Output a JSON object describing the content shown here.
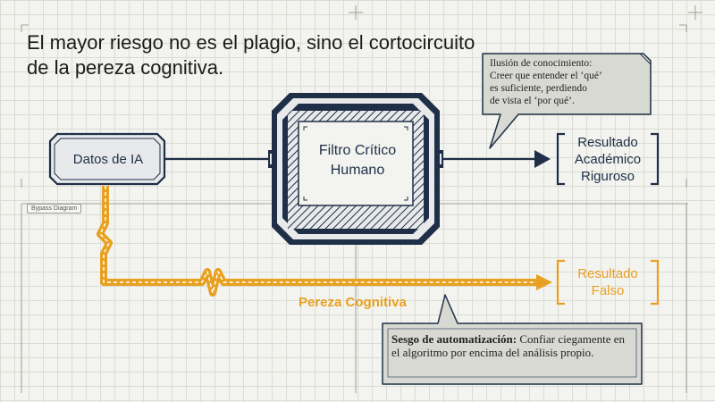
{
  "title": {
    "line1": "El mayor riesgo no es el plagio, sino el cortocircuito",
    "line2": "de la pereza cognitiva."
  },
  "nodes": {
    "datos": "Datos de IA",
    "filtro": [
      "Filtro Crítico",
      "Humano"
    ],
    "resultado_academico": [
      "Resultado",
      "Académico",
      "Riguroso"
    ],
    "resultado_falso": [
      "Resultado",
      "Falso"
    ]
  },
  "paths": {
    "bypass_tag": "Bypass Diagram",
    "pereza_label": "Pereza Cognitiva"
  },
  "callouts": {
    "ilusion": {
      "lines": [
        "Ilusión de conocimiento:",
        "Creer que entender el ‘qué’",
        "es suficiente, perdiendo",
        "de vista el ‘por qué’."
      ]
    },
    "sesgo": {
      "bold": "Sesgo de automatización:",
      "rest": " Confiar ciegamente en el algoritmo por encima del análisis propio."
    }
  },
  "colors": {
    "navy": "#1f2f47",
    "orange": "#e8a020",
    "callout_bg": "#d9d9d4",
    "background": "#f3f3ef"
  }
}
